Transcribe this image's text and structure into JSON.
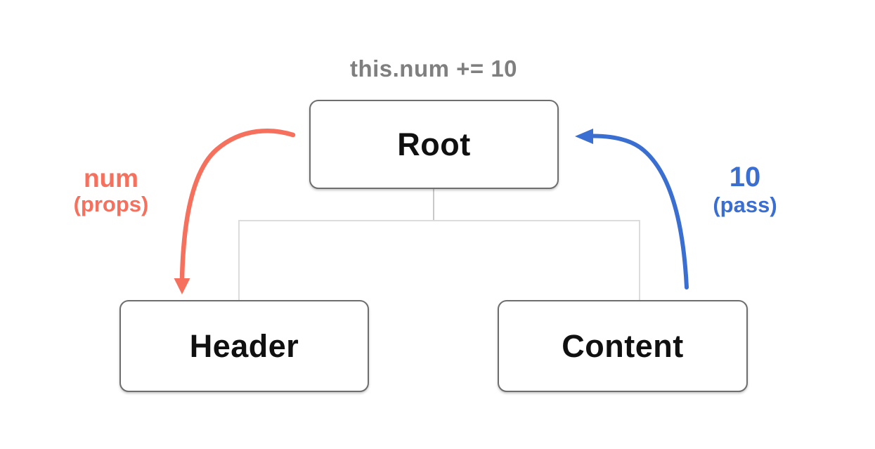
{
  "title": "this.num += 10",
  "nodes": {
    "root": {
      "label": "Root"
    },
    "header": {
      "label": "Header"
    },
    "content": {
      "label": "Content"
    }
  },
  "edge_labels": {
    "props": {
      "value": "num",
      "caption": "(props)"
    },
    "pass": {
      "value": "10",
      "caption": "(pass)"
    }
  },
  "colors": {
    "props_red": "#f6705e",
    "pass_blue": "#3a6fd1",
    "title_gray": "#7f7f7f",
    "box_border": "#6e6e6e",
    "tree_line": "#dcdcdc",
    "tree_stub": "#c8c8c8",
    "node_text": "#101010",
    "background": "#ffffff"
  }
}
